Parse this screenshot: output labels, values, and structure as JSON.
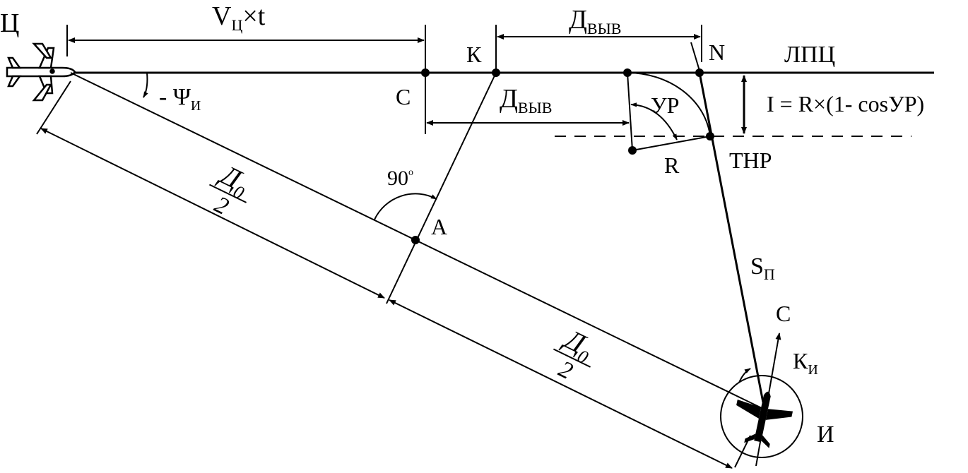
{
  "labels": {
    "target_marker": "Ц",
    "target_speed_time": "V",
    "target_speed_sub": "Ц",
    "target_speed_time_tail": "×t",
    "point_c": "С",
    "point_k": "К",
    "point_n": "N",
    "lpc": "ЛПЦ",
    "d_out_top": "Д",
    "d_out_top_sub": "ВЫВ",
    "d_out_mid": "Д",
    "d_out_mid_sub": "ВЫВ",
    "heading": "- Ψ",
    "heading_sub": "И",
    "ur": "УР",
    "lead_formula": "I = R×(1- cosУР)",
    "r": "R",
    "tnr": "ТНР",
    "right_angle": "90",
    "right_angle_deg": "o",
    "point_a": "А",
    "half_d1_num": "Д",
    "half_d1_sub": "0",
    "half_d1_den": "2",
    "half_d2_num": "Д",
    "half_d2_sub": "0",
    "half_d2_den": "2",
    "sp": "S",
    "sp_sub": "П",
    "north": "С",
    "ki": "К",
    "ki_sub": "И",
    "interceptor": "И"
  }
}
